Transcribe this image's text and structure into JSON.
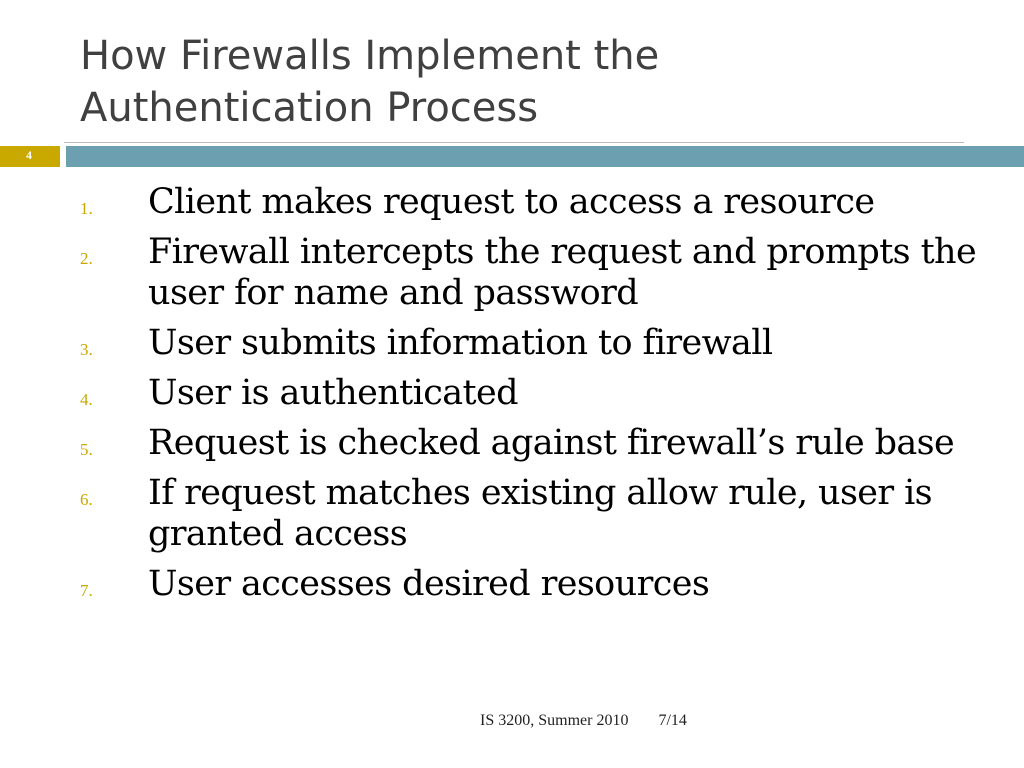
{
  "slide": {
    "title": "How Firewalls Implement the Authentication Process",
    "number": "4"
  },
  "steps": [
    {
      "marker": "1.",
      "text": "Client makes request to access a resource"
    },
    {
      "marker": "2.",
      "text": "Firewall intercepts the request and prompts the user for name and password"
    },
    {
      "marker": "3.",
      "text": "User submits information to firewall"
    },
    {
      "marker": "4.",
      "text": "User is authenticated"
    },
    {
      "marker": "5.",
      "text": "Request is checked against firewall’s rule base"
    },
    {
      "marker": "6.",
      "text": "If request matches existing allow rule, user is granted access"
    },
    {
      "marker": "7.",
      "text": "User accesses desired resources"
    }
  ],
  "footer": {
    "course": "IS 3200, Summer 2010",
    "date": "7/14"
  },
  "colors": {
    "accent_band": "#6c9fb0",
    "slide_number_box": "#c9a800",
    "list_marker": "#c9a800",
    "title_text": "#404040"
  }
}
